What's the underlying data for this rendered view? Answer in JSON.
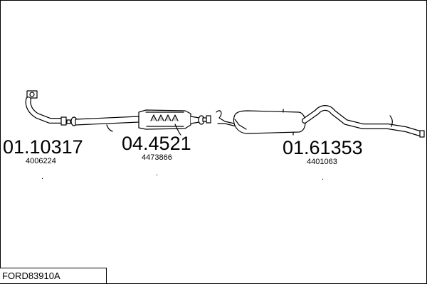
{
  "parts": [
    {
      "number": "01.10317",
      "code": "4006224"
    },
    {
      "number": "04.4521",
      "code": "4473866"
    },
    {
      "number": "01.61353",
      "code": "4401063"
    }
  ],
  "footer": {
    "label": "FORD83910A"
  },
  "colors": {
    "line": "#000000",
    "fill": "#ffffff",
    "shade": "#d0d0d0"
  }
}
